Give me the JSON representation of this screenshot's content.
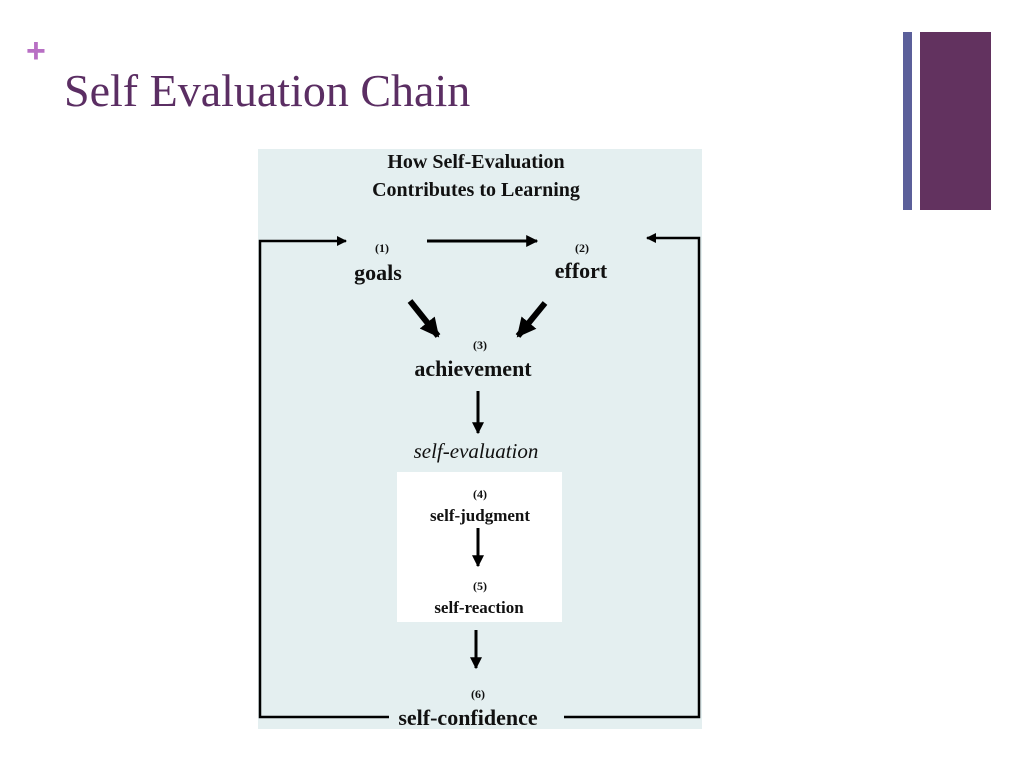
{
  "slide": {
    "plus": "+",
    "title": "Self Evaluation Chain"
  },
  "diagram": {
    "heading_line1": "How Self-Evaluation",
    "heading_line2": "Contributes to Learning",
    "nodes": [
      {
        "number": "(1)",
        "label": "goals"
      },
      {
        "number": "(2)",
        "label": "effort"
      },
      {
        "number": "(3)",
        "label": "achievement"
      },
      {
        "number": "",
        "label": "self-evaluation"
      },
      {
        "number": "(4)",
        "label": "self-judgment"
      },
      {
        "number": "(5)",
        "label": "self-reaction"
      },
      {
        "number": "(6)",
        "label": "self-confidence"
      }
    ]
  },
  "colors": {
    "title": "#5b2e63",
    "plus": "#b86fc4",
    "panel": "#e4eff0",
    "accent_dark": "#62325f",
    "accent_blue": "#5b5f9a"
  }
}
